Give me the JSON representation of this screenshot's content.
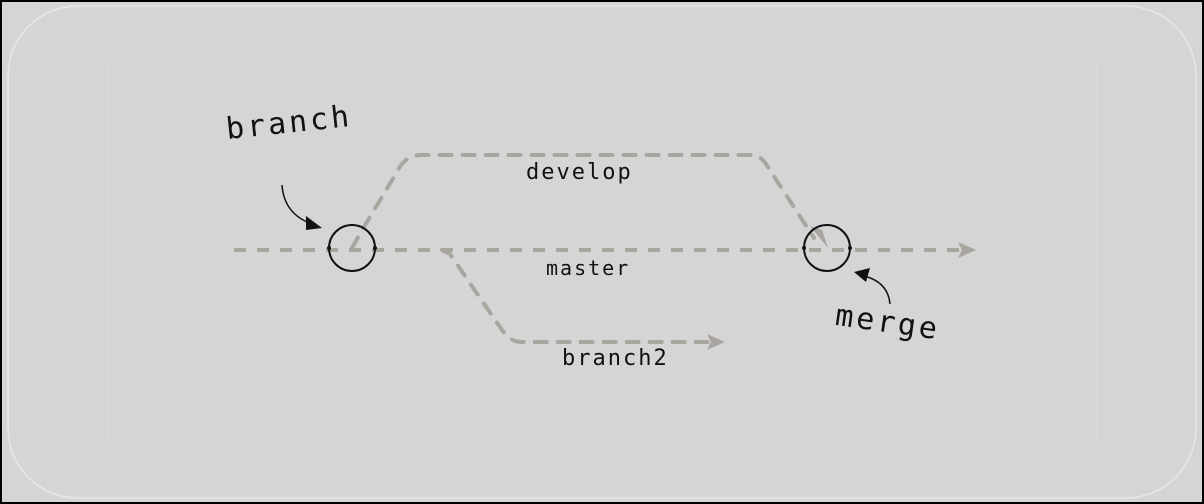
{
  "diagram": {
    "type": "git-branching-diagram",
    "colors": {
      "background": "#d5d5d5",
      "border": "#000000",
      "line": "#a9a6a0",
      "node": "#111111",
      "text": "#111111"
    },
    "branches": [
      {
        "id": "master",
        "label": "master"
      },
      {
        "id": "develop",
        "label": "develop"
      },
      {
        "id": "branch2",
        "label": "branch2"
      }
    ],
    "annotations": [
      {
        "id": "branch",
        "label": "branch"
      },
      {
        "id": "merge",
        "label": "merge"
      }
    ],
    "nodes": [
      {
        "id": "branch-point",
        "annotation": "branch"
      },
      {
        "id": "merge-point",
        "annotation": "merge"
      }
    ],
    "edges": [
      {
        "from": "master-start",
        "to": "master-end",
        "branch": "master"
      },
      {
        "from": "branch-point",
        "to": "merge-point",
        "branch": "develop"
      },
      {
        "from": "master",
        "to": "branch2-end",
        "branch": "branch2"
      }
    ]
  }
}
